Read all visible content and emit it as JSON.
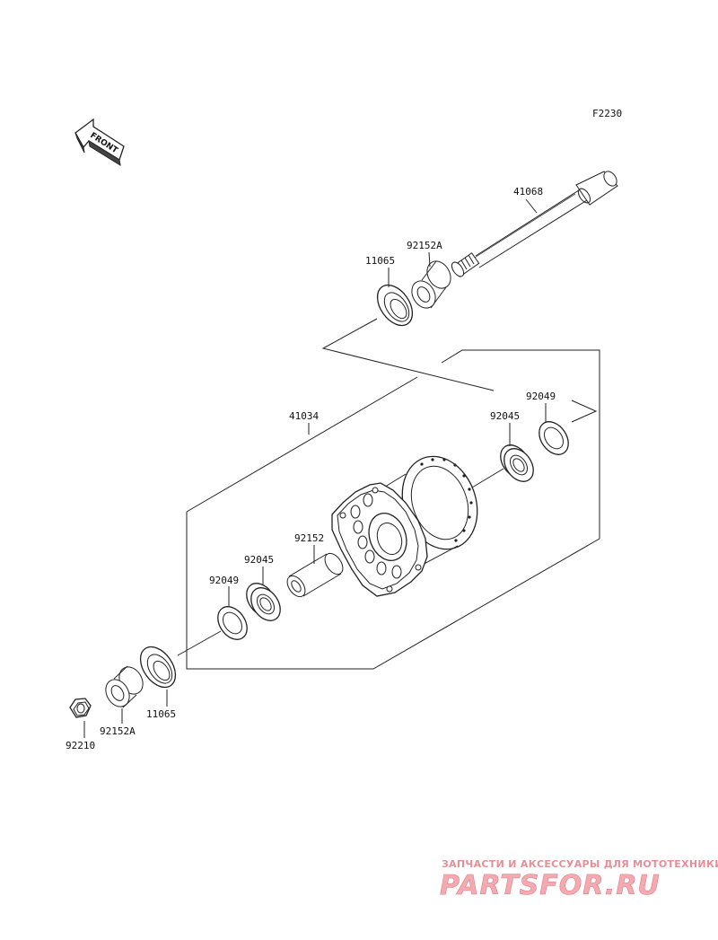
{
  "figure_code": "F2230",
  "front_arrow_text": "FRONT",
  "parts": {
    "axle": "41068",
    "collar_top": "92152A",
    "seal_top": "11065",
    "hub": "41034",
    "oil_seal_right": "92049",
    "bearing_right": "92045",
    "spacer": "92152",
    "bearing_left": "92045",
    "oil_seal_left": "92049",
    "seal_bottom": "11065",
    "collar_bottom": "92152A",
    "nut": "92210"
  },
  "watermark": {
    "tagline": "ЗАПЧАСТИ И АКСЕССУАРЫ ДЛЯ МОТОТЕХНИКИ",
    "brand": "PARTSFOR.RU"
  },
  "colors": {
    "line": "#222222",
    "watermark_text": "#e58f98",
    "watermark_fill": "#f4aab1"
  }
}
